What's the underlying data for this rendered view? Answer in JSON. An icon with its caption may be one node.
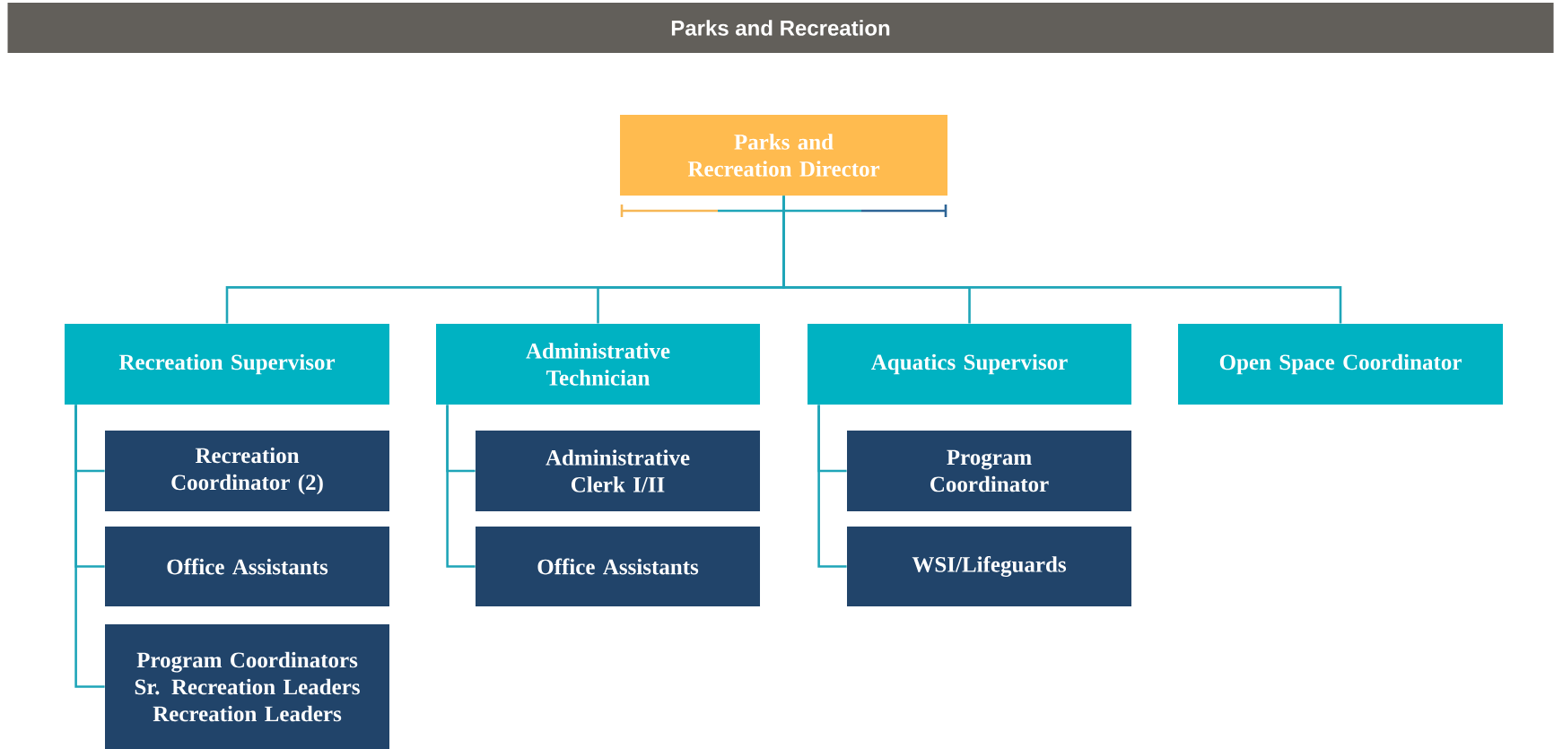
{
  "diagram": {
    "title": "Parks and Recreation",
    "nodes": [
      {
        "text": [
          "Parks and Recreation Director"
        ]
      },
      {
        "text": [
          "Recreation Supervisor"
        ]
      },
      {
        "text": [
          "Administrative Technician"
        ]
      },
      {
        "text": [
          "Aquatics Supervisor"
        ]
      },
      {
        "text": [
          "Open Space Coordinator"
        ]
      },
      {
        "text": [
          "Recreation Coordinator (2)"
        ]
      },
      {
        "text": [
          "Office Assistants"
        ]
      },
      {
        "text": [
          "Program Coordinators",
          "Sr. Recreation Leaders",
          "Recreation Leaders"
        ]
      },
      {
        "text": [
          "Administrative Clerk I/II"
        ]
      },
      {
        "text": [
          "Office Assistants"
        ]
      },
      {
        "text": [
          "Program Coordinator"
        ]
      },
      {
        "text": [
          "WSI/Lifeguards"
        ]
      }
    ],
    "edges": [
      {
        "from": 0,
        "to": 1,
        "arrow": "none"
      },
      {
        "from": 0,
        "to": 2,
        "arrow": "none"
      },
      {
        "from": 0,
        "to": 3,
        "arrow": "none"
      },
      {
        "from": 0,
        "to": 4,
        "arrow": "none"
      },
      {
        "from": 1,
        "to": 5,
        "arrow": "none"
      },
      {
        "from": 1,
        "to": 6,
        "arrow": "none"
      },
      {
        "from": 1,
        "to": 7,
        "arrow": "none"
      },
      {
        "from": 2,
        "to": 8,
        "arrow": "none"
      },
      {
        "from": 2,
        "to": 9,
        "arrow": "none"
      },
      {
        "from": 3,
        "to": 10,
        "arrow": "none"
      },
      {
        "from": 3,
        "to": 11,
        "arrow": "none"
      }
    ]
  }
}
